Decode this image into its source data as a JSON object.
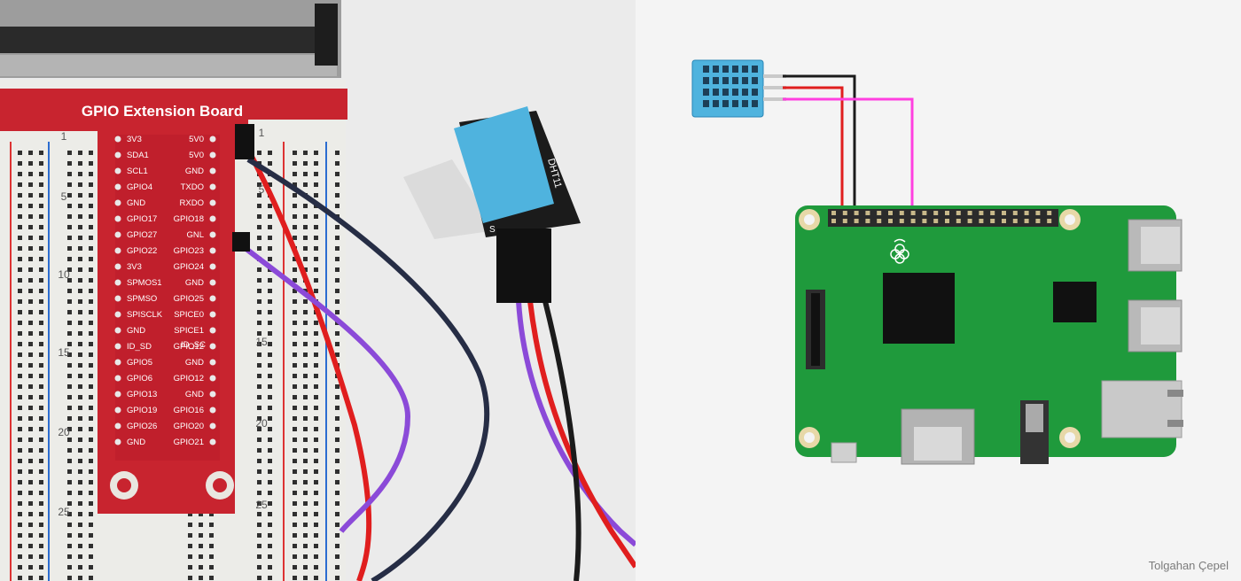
{
  "photo": {
    "board_title": "GPIO Extension Board",
    "left_pins": [
      "3V3",
      "SDA1",
      "SCL1",
      "GPIO4",
      "GND",
      "GPIO17",
      "GPIO27",
      "GPIO22",
      "3V3",
      "SPMOS1",
      "SPMSO",
      "SPISCLK",
      "GND",
      "ID_SD",
      "GPIO5",
      "GPIO6",
      "GPIO13",
      "GPIO19",
      "GPIO26",
      "GND"
    ],
    "right_pins": [
      "5V0",
      "5V0",
      "GND",
      "TXDO",
      "RXDO",
      "GPIO18",
      "GNL",
      "GPIO23",
      "GPIO24",
      "GND",
      "GPIO25",
      "SPICE0",
      "SPICE1",
      "GPIO12",
      "GND",
      "GPIO12",
      "GND",
      "GPIO16",
      "GPIO20",
      "GPIO21"
    ],
    "id_sc_label": "ID_SC",
    "row_numbers_left": [
      "1",
      "5",
      "10",
      "15",
      "20",
      "25"
    ],
    "row_numbers_right": [
      "1",
      "5",
      "15",
      "20",
      "25"
    ],
    "sensor_module_text": "DHT11",
    "sensor_pin_label": "S"
  },
  "credit": "Tolgahan Çepel",
  "colors": {
    "breadboard": "#ececea",
    "extension_board": "#c8242f",
    "sensor_blue": "#4fb3de",
    "pcb_green": "#1f9a3c",
    "wire_red": "#e01e1e",
    "wire_black": "#1b1b1b",
    "wire_pink": "#ff3fe0",
    "wire_purple": "#8b4ad8",
    "wire_dark_blue": "#262d45"
  }
}
